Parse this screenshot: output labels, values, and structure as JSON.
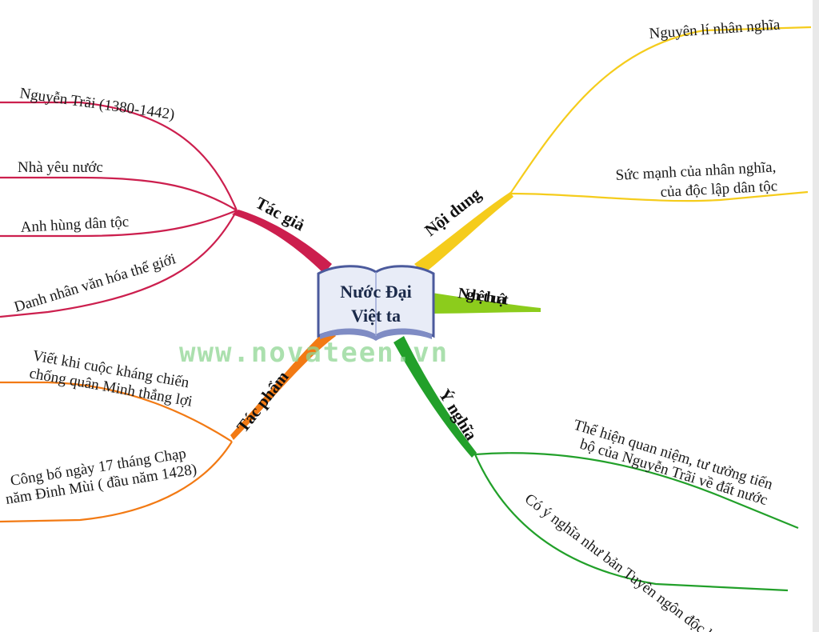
{
  "center": {
    "line1": "Nước Đại",
    "line2": "Việt ta"
  },
  "watermark": "www.novateen.vn",
  "branches": {
    "tac_gia": {
      "label": "Tác giả",
      "color": "#cc1f4e",
      "leaves": [
        "Nguyễn Trãi (1380-1442)",
        "Nhà yêu nước",
        "Anh hùng dân tộc",
        "Danh nhân văn hóa thế giới"
      ]
    },
    "noi_dung": {
      "label": "Nội dung",
      "color": "#f5cc1c",
      "leaves": [
        "Nguyên lí nhân nghĩa",
        "Sức mạnh của nhân nghĩa,",
        "của độc lập dân tộc"
      ]
    },
    "nghe_thuat": {
      "label": "Nghệ thuật",
      "color": "#8ccc1c"
    },
    "tac_pham": {
      "label": "Tác phẩm",
      "color": "#f27a14",
      "leaves": [
        "Viết khi cuộc kháng chiến",
        "chống quân Minh thắng lợi",
        "Công bố ngày 17 tháng Chạp",
        "năm Đinh Mùi ( đầu năm 1428)"
      ]
    },
    "y_nghia": {
      "label": "Ý nghĩa",
      "color": "#22a02a",
      "leaves": [
        "Thể hiện quan niệm, tư tưởng tiến",
        "bộ của Nguyễn Trãi về đất nước",
        "Có ý nghĩa như bản Tuyên ngôn độc lập"
      ]
    }
  }
}
